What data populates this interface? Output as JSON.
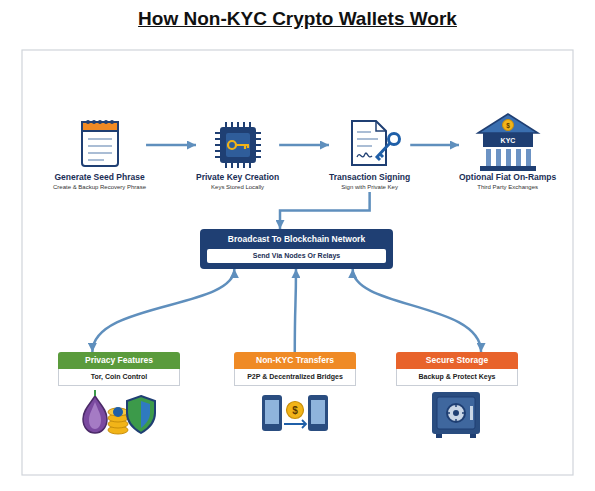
{
  "diagram": {
    "title": "How Non-KYC Crypto Wallets Work",
    "nodes": [
      {
        "text": [
          "Generate Seed Phrase",
          "Create & Backup Recovery Phrase"
        ]
      },
      {
        "text": [
          "Private Key Creation",
          "Keys Stored Locally"
        ]
      },
      {
        "text": [
          "Transaction Signing",
          "Sign with Private Key"
        ]
      },
      {
        "text": [
          "Optional Fiat On-Ramps",
          "Third Party Exchanges"
        ]
      },
      {
        "text": [
          "Broadcast To Blockchain Network"
        ]
      },
      {
        "text": [
          "Send Via Nodes Or Relays"
        ],
        "in": 4
      },
      {
        "text": [
          "Privacy Features",
          "Tor, Coin Control"
        ]
      },
      {
        "text": [
          "Non-KYC Transfers",
          "P2P & Decentralized Bridges"
        ]
      },
      {
        "text": [
          "Secure Storage",
          "Backup & Protect Keys"
        ]
      }
    ],
    "edges": [
      {
        "from": 0,
        "to": 1,
        "arrow": "to"
      },
      {
        "from": 1,
        "to": 2,
        "arrow": "to"
      },
      {
        "from": 2,
        "to": 3,
        "arrow": "to"
      },
      {
        "from": 2,
        "to": 4,
        "arrow": "to"
      },
      {
        "from": 4,
        "to": 6,
        "arrow": "both"
      },
      {
        "from": 7,
        "to": 4,
        "arrow": "to"
      },
      {
        "from": 4,
        "to": 8,
        "arrow": "both"
      }
    ],
    "labels": [
      "KYC",
      "$",
      "$"
    ]
  }
}
